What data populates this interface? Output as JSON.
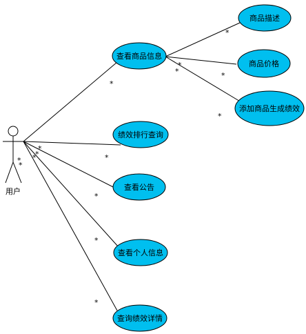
{
  "actor": {
    "name": "用户"
  },
  "use_cases": {
    "view_product": "查看商品信息",
    "product_desc": "商品描述",
    "product_price": "商品价格",
    "add_product_perf": "添加商品生成绩效",
    "perf_ranking": "绩效排行查询",
    "view_notice": "查看公告",
    "view_personal": "查看个人信息",
    "perf_detail": "查询绩效详情"
  },
  "multiplicity": "*",
  "colors": {
    "use_case_fill": "#00bfef",
    "line": "#000000"
  }
}
